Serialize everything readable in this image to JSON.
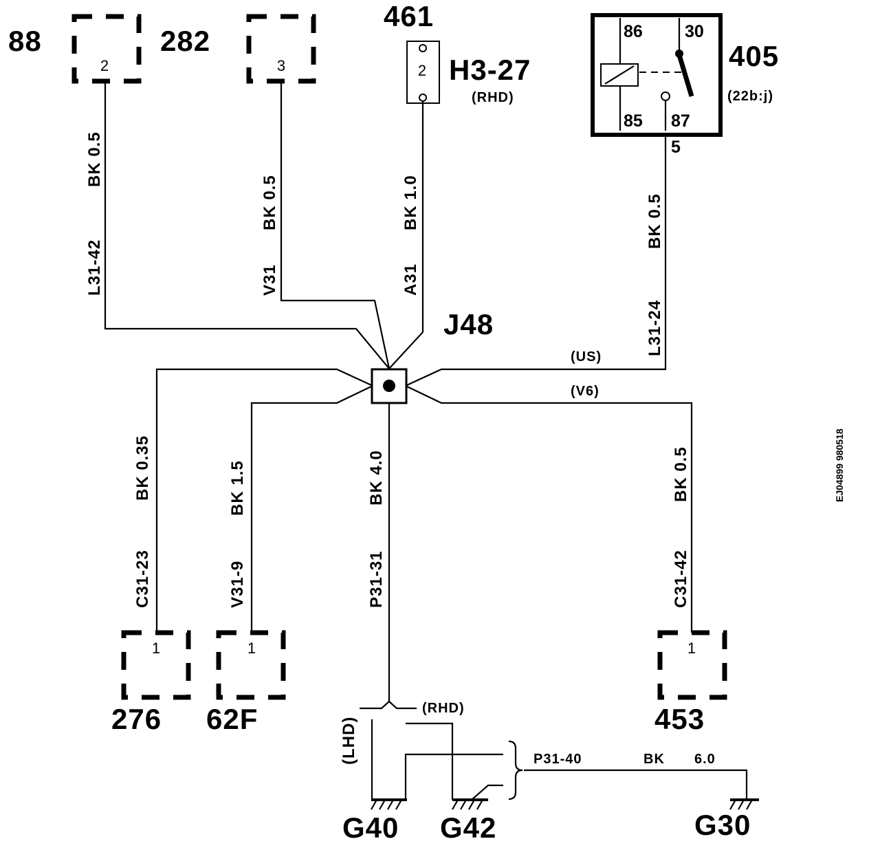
{
  "components": {
    "c88": {
      "label": "88",
      "pin": "2"
    },
    "c282": {
      "label": "282",
      "pin": "3"
    },
    "c461": {
      "label": "461",
      "pin": "2",
      "name": "H3-27",
      "note": "(RHD)"
    },
    "c405": {
      "label": "405",
      "note": "(22b:j)",
      "pin_out": "5",
      "terminals": {
        "t86": "86",
        "t30": "30",
        "t85": "85",
        "t87": "87"
      }
    },
    "c276": {
      "label": "276",
      "pin": "1"
    },
    "c62F": {
      "label": "62F",
      "pin": "1"
    },
    "c453": {
      "label": "453",
      "pin": "1"
    }
  },
  "splice": {
    "label": "J48"
  },
  "wires": {
    "w_l3142": {
      "id": "L31-42",
      "spec": "BK  0.5"
    },
    "w_v31": {
      "id": "V31",
      "spec": "BK  0.5"
    },
    "w_a31": {
      "id": "A31",
      "spec": "BK  1.0"
    },
    "w_l3124": {
      "id": "L31-24",
      "spec": "BK  0.5"
    },
    "w_c3123": {
      "id": "C31-23",
      "spec": "BK  0.35"
    },
    "w_v319": {
      "id": "V31-9",
      "spec": "BK  1.5"
    },
    "w_p3131": {
      "id": "P31-31",
      "spec": "BK  4.0"
    },
    "w_c3142": {
      "id": "C31-42",
      "spec": "BK  0.5"
    },
    "w_p3140": {
      "id": "P31-40",
      "color": "BK",
      "size": "6.0"
    }
  },
  "options": {
    "us": "(US)",
    "v6": "(V6)",
    "rhd": "(RHD)",
    "lhd": "(LHD)"
  },
  "grounds": {
    "g40": "G40",
    "g42": "G42",
    "g30": "G30"
  },
  "reference": "EJ04899 980518"
}
